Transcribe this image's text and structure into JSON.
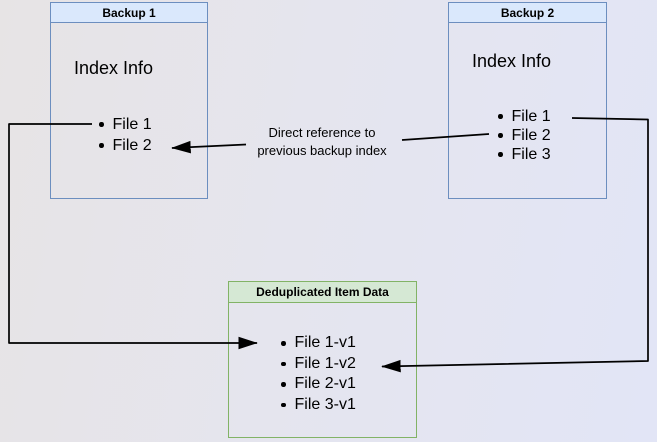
{
  "diagram": {
    "backup1": {
      "title": "Backup 1",
      "section_label": "Index Info",
      "items": [
        "File 1",
        "File 2"
      ]
    },
    "backup2": {
      "title": "Backup 2",
      "section_label": "Index Info",
      "items": [
        "File 1",
        "File 2",
        "File 3"
      ]
    },
    "dedup": {
      "title": "Deduplicated Item Data",
      "items": [
        "File 1-v1",
        "File 1-v2",
        "File 2-v1",
        "File 3-v1"
      ]
    },
    "edge_label": {
      "line1": "Direct reference to",
      "line2": "previous backup index"
    },
    "colors": {
      "blue_fill": "#dae8fc",
      "blue_border": "#6c8ebf",
      "green_fill": "#d5e8d4",
      "green_border": "#82b366",
      "line": "#000000"
    }
  }
}
